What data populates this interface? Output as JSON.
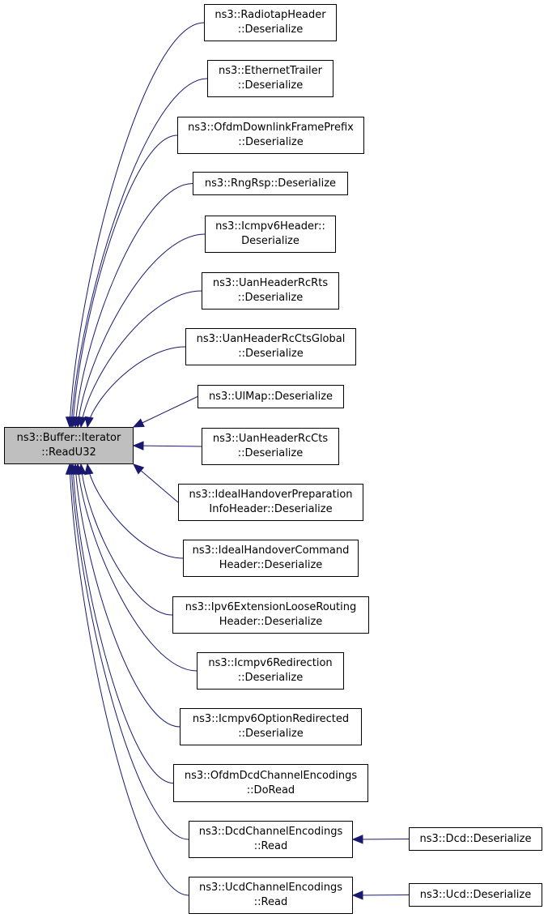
{
  "colors": {
    "edge": "#191970",
    "root_fill": "#bfbfbf",
    "node_fill": "#ffffff",
    "border": "#000000"
  },
  "root": {
    "id": "root",
    "lines": [
      "ns3::Buffer::Iterator",
      "::ReadU32"
    ]
  },
  "nodes": [
    {
      "id": "radiotap",
      "lines": [
        "ns3::RadiotapHeader",
        "::Deserialize"
      ]
    },
    {
      "id": "ethernet-trailer",
      "lines": [
        "ns3::EthernetTrailer",
        "::Deserialize"
      ]
    },
    {
      "id": "ofdm-downlink-frame-prefix",
      "lines": [
        "ns3::OfdmDownlinkFramePrefix",
        "::Deserialize"
      ]
    },
    {
      "id": "rng-rsp",
      "lines": [
        "ns3::RngRsp::Deserialize"
      ]
    },
    {
      "id": "icmpv6-header",
      "lines": [
        "ns3::Icmpv6Header::",
        "Deserialize"
      ]
    },
    {
      "id": "uan-header-rc-rts",
      "lines": [
        "ns3::UanHeaderRcRts",
        "::Deserialize"
      ]
    },
    {
      "id": "uan-header-rc-cts-global",
      "lines": [
        "ns3::UanHeaderRcCtsGlobal",
        "::Deserialize"
      ]
    },
    {
      "id": "ul-map",
      "lines": [
        "ns3::UlMap::Deserialize"
      ]
    },
    {
      "id": "uan-header-rc-cts",
      "lines": [
        "ns3::UanHeaderRcCts",
        "::Deserialize"
      ]
    },
    {
      "id": "ideal-handover-preparation",
      "lines": [
        "ns3::IdealHandoverPreparation",
        "InfoHeader::Deserialize"
      ]
    },
    {
      "id": "ideal-handover-command",
      "lines": [
        "ns3::IdealHandoverCommand",
        "Header::Deserialize"
      ]
    },
    {
      "id": "ipv6-extension-loose-routing",
      "lines": [
        "ns3::Ipv6ExtensionLooseRouting",
        "Header::Deserialize"
      ]
    },
    {
      "id": "icmpv6-redirection",
      "lines": [
        "ns3::Icmpv6Redirection",
        "::Deserialize"
      ]
    },
    {
      "id": "icmpv6-option-redirected",
      "lines": [
        "ns3::Icmpv6OptionRedirected",
        "::Deserialize"
      ]
    },
    {
      "id": "ofdm-dcd-channel-encodings",
      "lines": [
        "ns3::OfdmDcdChannelEncodings",
        "::DoRead"
      ]
    },
    {
      "id": "dcd-channel-encodings",
      "lines": [
        "ns3::DcdChannelEncodings",
        "::Read"
      ]
    },
    {
      "id": "ucd-channel-encodings",
      "lines": [
        "ns3::UcdChannelEncodings",
        "::Read"
      ]
    },
    {
      "id": "dcd-deserialize",
      "lines": [
        "ns3::Dcd::Deserialize"
      ]
    },
    {
      "id": "ucd-deserialize",
      "lines": [
        "ns3::Ucd::Deserialize"
      ]
    }
  ],
  "edges": [
    {
      "from": "radiotap",
      "to": "root"
    },
    {
      "from": "ethernet-trailer",
      "to": "root"
    },
    {
      "from": "ofdm-downlink-frame-prefix",
      "to": "root"
    },
    {
      "from": "rng-rsp",
      "to": "root"
    },
    {
      "from": "icmpv6-header",
      "to": "root"
    },
    {
      "from": "uan-header-rc-rts",
      "to": "root"
    },
    {
      "from": "uan-header-rc-cts-global",
      "to": "root"
    },
    {
      "from": "ul-map",
      "to": "root"
    },
    {
      "from": "uan-header-rc-cts",
      "to": "root"
    },
    {
      "from": "ideal-handover-preparation",
      "to": "root"
    },
    {
      "from": "ideal-handover-command",
      "to": "root"
    },
    {
      "from": "ipv6-extension-loose-routing",
      "to": "root"
    },
    {
      "from": "icmpv6-redirection",
      "to": "root"
    },
    {
      "from": "icmpv6-option-redirected",
      "to": "root"
    },
    {
      "from": "ofdm-dcd-channel-encodings",
      "to": "root"
    },
    {
      "from": "dcd-channel-encodings",
      "to": "root"
    },
    {
      "from": "ucd-channel-encodings",
      "to": "root"
    },
    {
      "from": "dcd-deserialize",
      "to": "dcd-channel-encodings"
    },
    {
      "from": "ucd-deserialize",
      "to": "ucd-channel-encodings"
    }
  ]
}
